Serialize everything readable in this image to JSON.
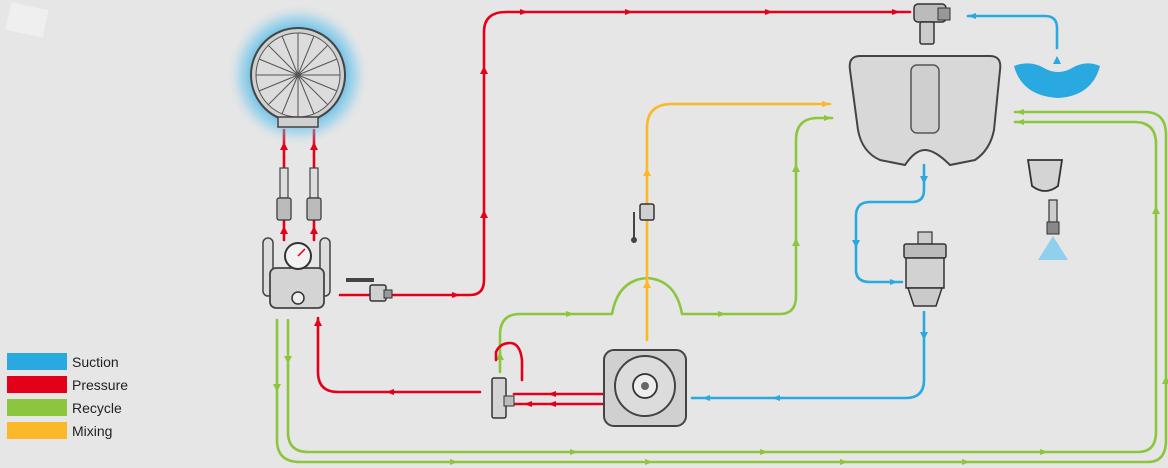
{
  "colors": {
    "suction": "#2aa8e0",
    "pressure": "#e3001b",
    "recycle": "#8cc63f",
    "mixing": "#fbb829",
    "background": "#e6e6e6",
    "component_fill": "#d8d8d8",
    "component_stroke": "#444444"
  },
  "legend": [
    {
      "key": "suction",
      "label": "Suction",
      "color": "#2aa8e0"
    },
    {
      "key": "pressure",
      "label": "Pressure",
      "color": "#e3001b"
    },
    {
      "key": "recycle",
      "label": "Recycle",
      "color": "#8cc63f"
    },
    {
      "key": "mixing",
      "label": "Mixing",
      "color": "#fbb829"
    }
  ],
  "components": [
    {
      "name": "sprayer-fan",
      "icon": "fan-icon"
    },
    {
      "name": "pressure-regulator",
      "icon": "pressure-gauge-icon"
    },
    {
      "name": "main-tank",
      "icon": "tank-icon"
    },
    {
      "name": "water-source",
      "icon": "water-icon"
    },
    {
      "name": "pump",
      "icon": "pump-icon"
    },
    {
      "name": "suction-filter",
      "icon": "filter-icon"
    },
    {
      "name": "safety-valve",
      "icon": "valve-icon"
    },
    {
      "name": "mixing-valve",
      "icon": "ball-valve-icon"
    },
    {
      "name": "main-ball-valve",
      "icon": "ball-valve-icon"
    },
    {
      "name": "fill-valve",
      "icon": "fill-valve-icon"
    },
    {
      "name": "tank-rinse-nozzle",
      "icon": "nozzle-icon"
    },
    {
      "name": "hand-wash-tank",
      "icon": "hand-wash-icon"
    }
  ]
}
